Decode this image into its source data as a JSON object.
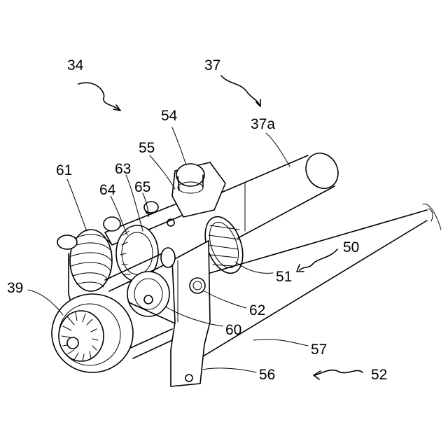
{
  "figure": {
    "labels": {
      "n34": "34",
      "n37": "37",
      "n37a": "37a",
      "n54": "54",
      "n55": "55",
      "n63": "63",
      "n61": "61",
      "n65": "65",
      "n64": "64",
      "n50": "50",
      "n51": "51",
      "n39": "39",
      "n62": "62",
      "n60": "60",
      "n57": "57",
      "n56": "56",
      "n52": "52"
    },
    "colors": {
      "line": "#000000",
      "background": "#ffffff"
    }
  }
}
